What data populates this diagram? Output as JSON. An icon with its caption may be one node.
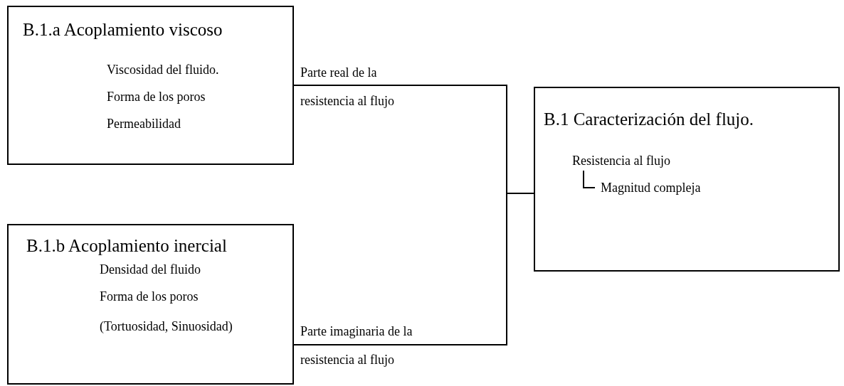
{
  "diagram": {
    "nodes": [
      {
        "text": [
          "B.1.a  Acoplamiento viscoso",
          "Viscosidad del fluido.",
          "Forma de los poros",
          "Permeabilidad"
        ]
      },
      {
        "text": [
          "B.1.b  Acoplamiento inercial",
          "Densidad del fluido",
          "Forma de los poros",
          "(Tortuosidad, Sinuosidad)"
        ]
      },
      {
        "text": [
          "B.1 Caracterización del flujo.",
          "Resistencia al flujo",
          "Magnitud compleja"
        ]
      }
    ],
    "edges": [
      {
        "from": 0,
        "to": 2,
        "arrow": "none",
        "label": "Parte real de la resistencia al flujo"
      },
      {
        "from": 1,
        "to": 2,
        "arrow": "none",
        "label": "Parte imaginaria de la resistencia al flujo"
      }
    ]
  }
}
